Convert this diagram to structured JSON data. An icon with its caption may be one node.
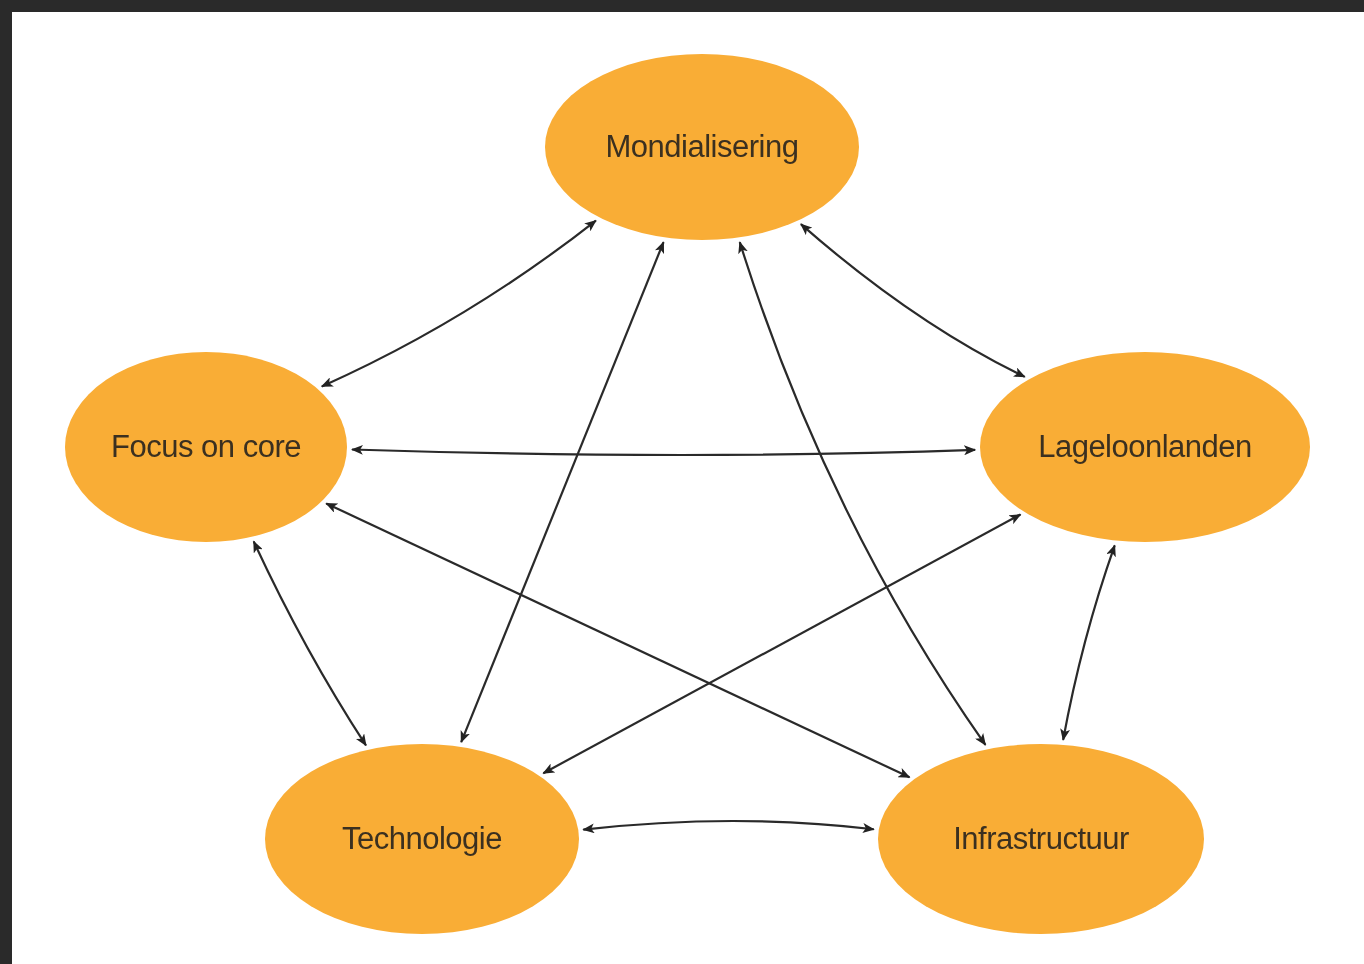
{
  "diagram": {
    "nodes": [
      {
        "text": [
          "Mondialisering"
        ]
      },
      {
        "text": [
          "Focus on  core"
        ]
      },
      {
        "text": [
          "Lageloonlanden"
        ]
      },
      {
        "text": [
          "Technologie"
        ]
      },
      {
        "text": [
          "Infrastructuur"
        ]
      }
    ],
    "edges": [
      {
        "from": 0,
        "to": 1,
        "arrow": "both"
      },
      {
        "from": 0,
        "to": 2,
        "arrow": "both"
      },
      {
        "from": 0,
        "to": 3,
        "arrow": "both"
      },
      {
        "from": 0,
        "to": 4,
        "arrow": "both"
      },
      {
        "from": 1,
        "to": 2,
        "arrow": "both"
      },
      {
        "from": 1,
        "to": 3,
        "arrow": "both"
      },
      {
        "from": 1,
        "to": 4,
        "arrow": "both"
      },
      {
        "from": 2,
        "to": 3,
        "arrow": "both"
      },
      {
        "from": 2,
        "to": 4,
        "arrow": "both"
      },
      {
        "from": 3,
        "to": 4,
        "arrow": "both"
      }
    ]
  }
}
